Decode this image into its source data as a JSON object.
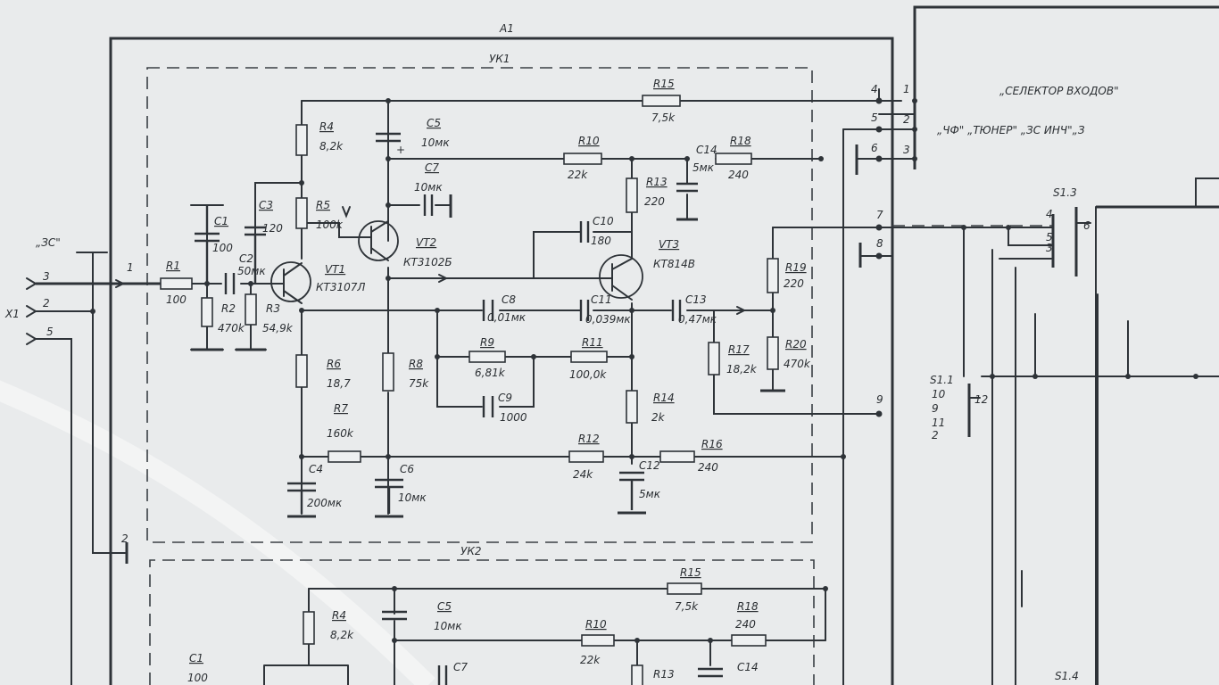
{
  "blocks": {
    "a1": "A1",
    "uk1": "УК1",
    "uk2": "УК2"
  },
  "selector": {
    "title": "„СЕЛЕКТОР ВХОДОВ\"",
    "inputs": "„ЧФ\"   „ТЮНЕР\"   „ЗС ИНЧ\"„З"
  },
  "connector": {
    "label": "„ЗС\"",
    "ref": "X1"
  },
  "components": {
    "r1": [
      "R1",
      "100"
    ],
    "r2": [
      "R2",
      "470k"
    ],
    "r3": [
      "R3",
      "54,9k"
    ],
    "r4": [
      "R4",
      "8,2k"
    ],
    "r5": [
      "R5",
      "100k"
    ],
    "r6": [
      "R6",
      "18,7"
    ],
    "r7": [
      "R7",
      "160k"
    ],
    "r8": [
      "R8",
      "75k"
    ],
    "r9": [
      "R9",
      "6,81k"
    ],
    "r10": [
      "R10",
      "22k"
    ],
    "r11": [
      "R11",
      "100,0k"
    ],
    "r12": [
      "R12",
      "24k"
    ],
    "r13": [
      "R13",
      "220"
    ],
    "r14": [
      "R14",
      "2k"
    ],
    "r15": [
      "R15",
      "7,5k"
    ],
    "r16": [
      "R16",
      "240"
    ],
    "r17": [
      "R17",
      "18,2k"
    ],
    "r18": [
      "R18",
      "240"
    ],
    "r19": [
      "R19",
      "220"
    ],
    "r20": [
      "R20",
      "470k"
    ],
    "c1": [
      "C1",
      "100"
    ],
    "c2": [
      "C2",
      "50мк"
    ],
    "c3": [
      "C3",
      "120"
    ],
    "c4": [
      "C4",
      "200мк"
    ],
    "c5": [
      "C5",
      "10мк"
    ],
    "c6": [
      "C6",
      "10мк"
    ],
    "c7": [
      "C7",
      "10мк"
    ],
    "c8": [
      "C8",
      "0,01мк"
    ],
    "c9": [
      "C9",
      "1000"
    ],
    "c10": [
      "C10",
      "180"
    ],
    "c11": [
      "C11",
      "0,039мк"
    ],
    "c12": [
      "C12",
      "5мк"
    ],
    "c13": [
      "C13",
      "0,47мк"
    ],
    "c14": [
      "C14",
      "5мк"
    ],
    "vt1": [
      "VT1",
      "КТ3107Л"
    ],
    "vt2": [
      "VT2",
      "КТ3102Б"
    ],
    "vt3": [
      "VT3",
      "КТ814В"
    ]
  },
  "lower": {
    "r15": [
      "R15",
      "7,5k"
    ],
    "r4": [
      "R4",
      "8,2k"
    ],
    "c5": [
      "C5",
      "10мк"
    ],
    "r10": [
      "R10",
      "22k"
    ],
    "r18": [
      "R18",
      "240"
    ],
    "c1": [
      "C1",
      "100"
    ],
    "c7": "C7",
    "r13": "R13",
    "c14": "C14"
  },
  "switches": {
    "s11": "S1.1",
    "s13": "S1.3",
    "s14": "S1.4"
  },
  "pins": {
    "p1": "1",
    "p2": "2",
    "p3": "3",
    "p4": "4",
    "p5": "5",
    "p6": "6",
    "p7": "7",
    "p8": "8",
    "p9": "9",
    "p10": "10",
    "p12": "12",
    "x1p3": "3",
    "x1p2": "2",
    "x1p5": "5",
    "in1": "1",
    "gnd2": "2",
    "s13p4": "4",
    "s13p5": "5",
    "s13p3": "3",
    "s13p6": "6",
    "s11p9": "9",
    "s11p11": "11",
    "s11p2": "2",
    "plus": "+"
  }
}
